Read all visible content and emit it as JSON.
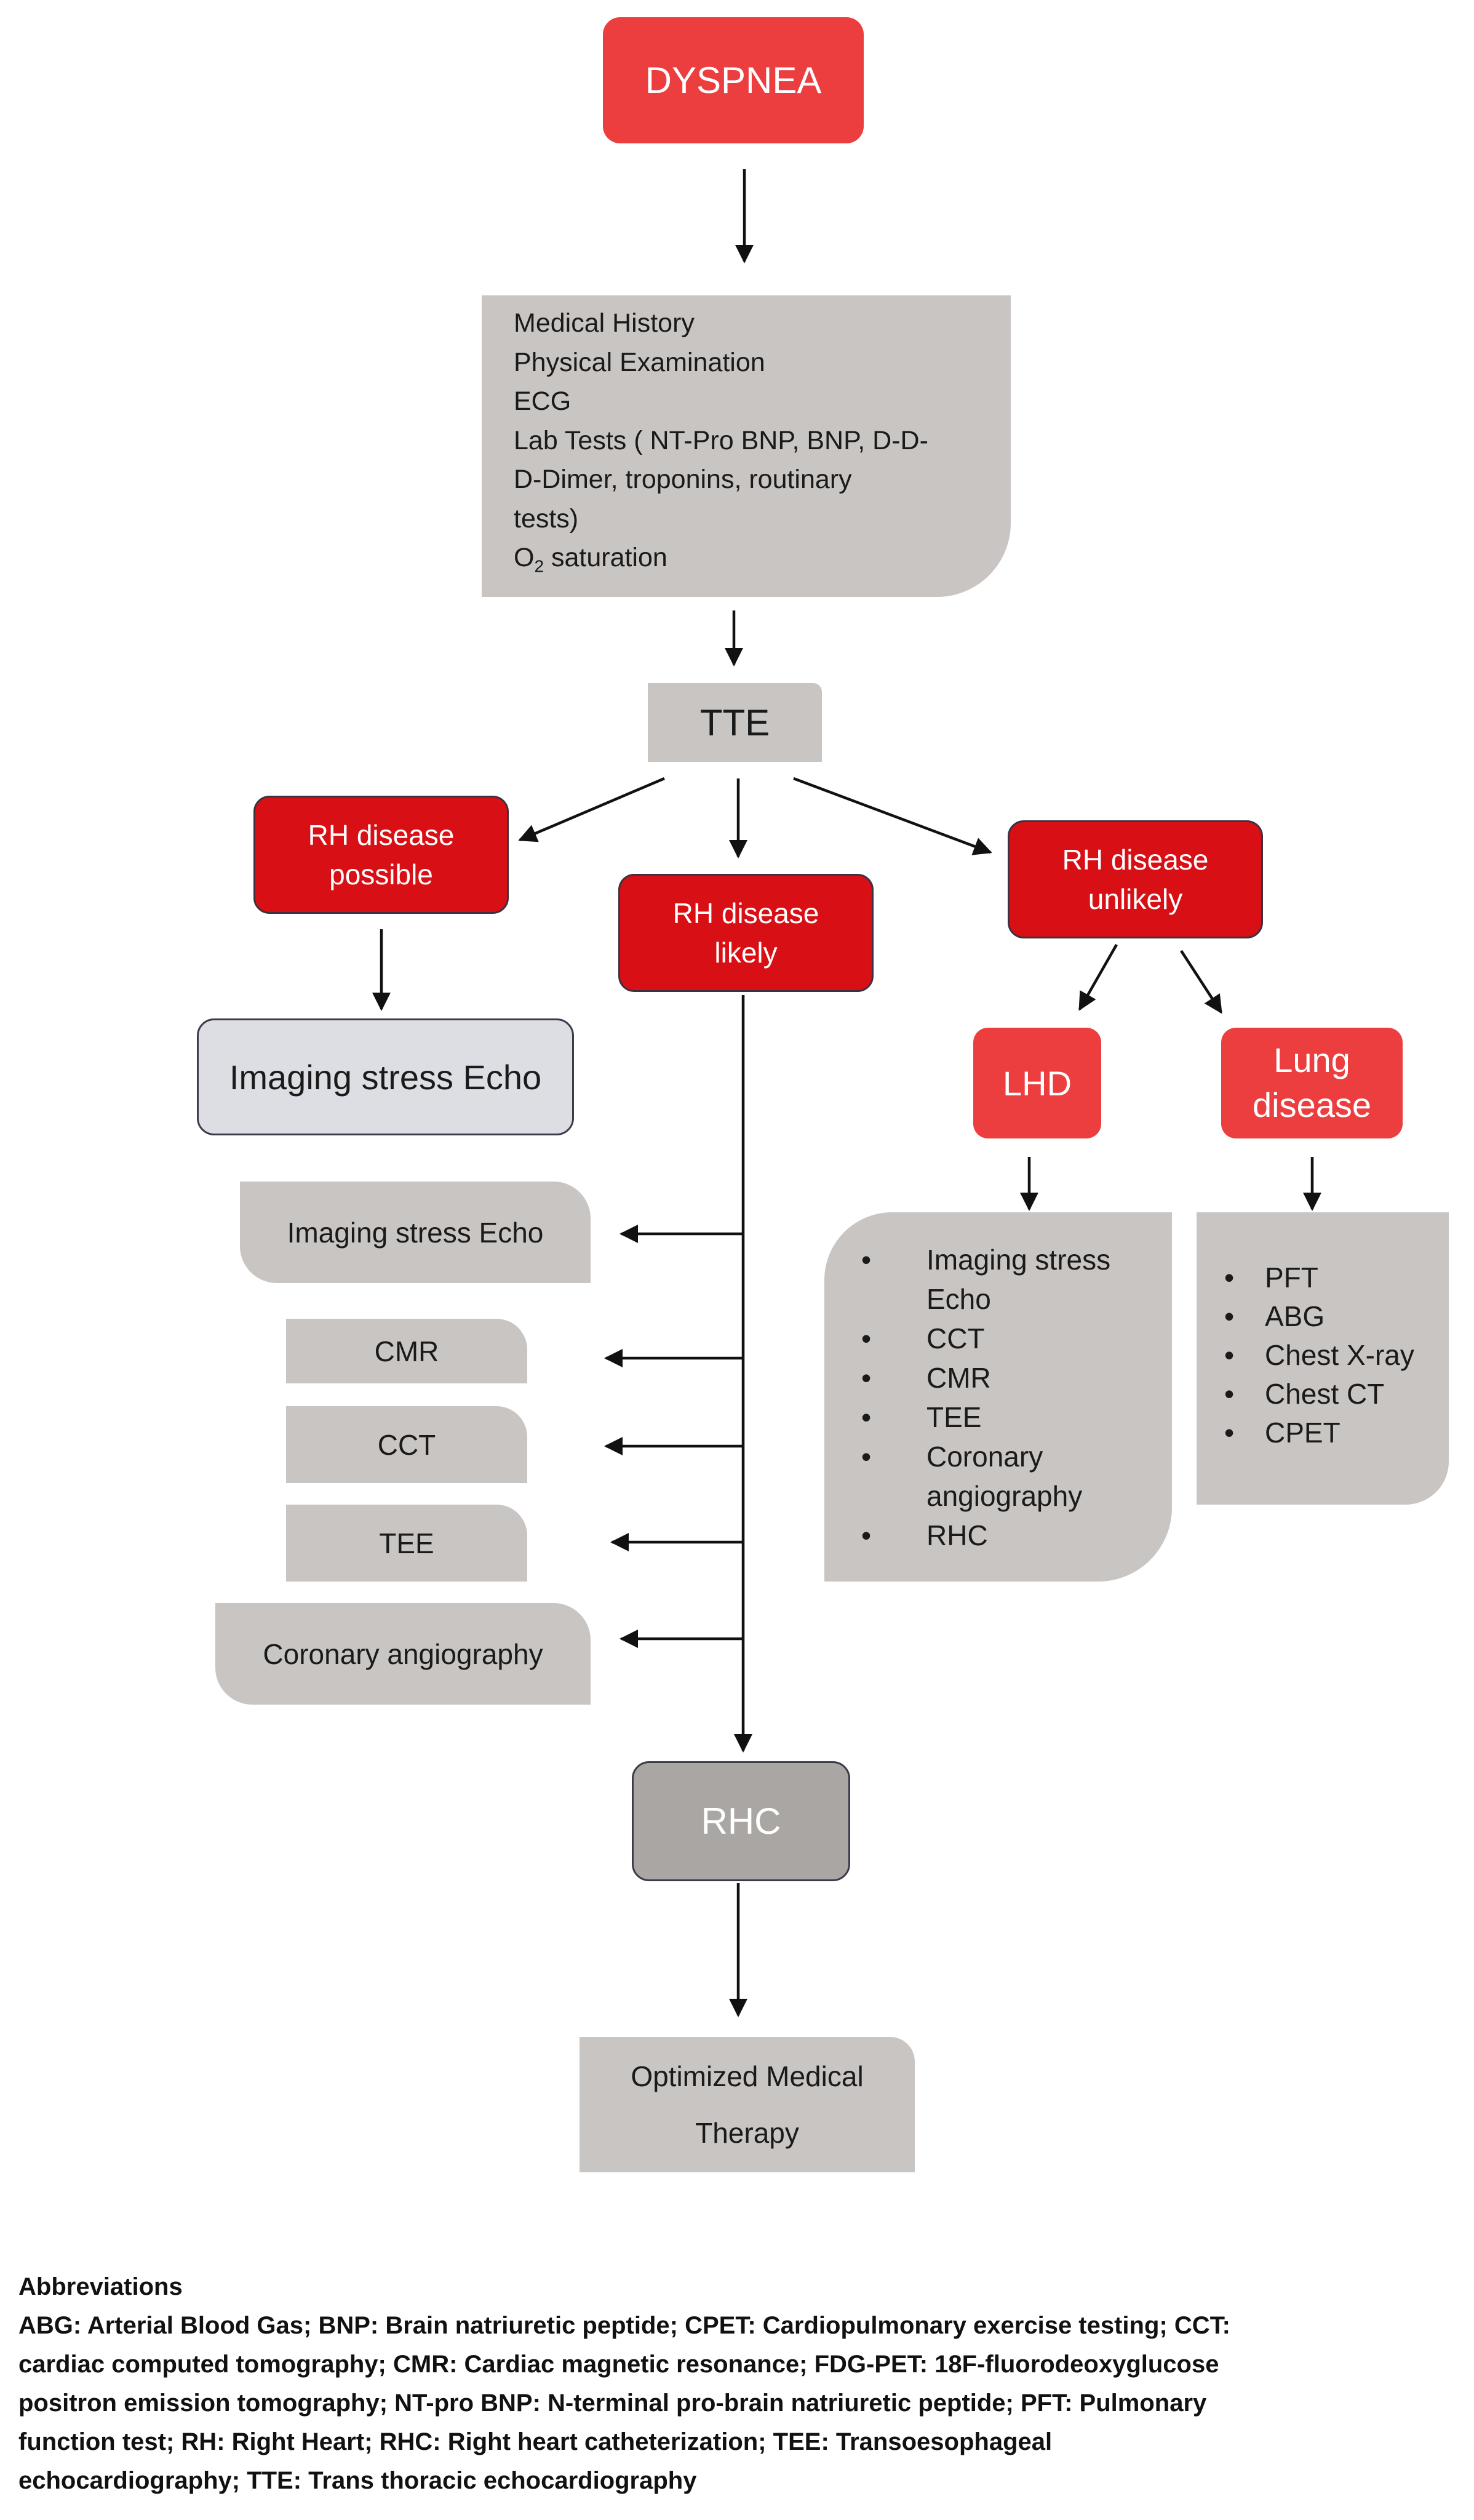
{
  "nodes": {
    "dyspnea": "DYSPNEA",
    "history": {
      "lines": [
        "Medical History",
        "Physical Examination",
        "ECG",
        "Lab Tests ( NT-Pro BNP, BNP, D-D-",
        "D-Dimer, troponins, routinary",
        "tests)"
      ],
      "o2_prefix": "O",
      "o2_sub": "2",
      "o2_suffix": " saturation"
    },
    "tte": "TTE",
    "rh_possible": [
      "RH disease",
      "possible"
    ],
    "rh_likely": [
      "RH disease",
      "likely"
    ],
    "rh_unlikely": [
      "RH disease",
      "unlikely"
    ],
    "imaging_stress_echo_main": "Imaging stress Echo",
    "left_tests": [
      "Imaging stress Echo",
      "CMR",
      "CCT",
      "TEE",
      "Coronary angiography"
    ],
    "lhd": "LHD",
    "lung_disease": [
      "Lung",
      "disease"
    ],
    "lhd_tests": [
      "Imaging stress",
      "Echo",
      "CCT",
      "CMR",
      "TEE",
      "Coronary",
      "angiography",
      "RHC"
    ],
    "lung_tests": [
      "PFT",
      "ABG",
      "Chest X-ray",
      "Chest CT",
      "CPET"
    ],
    "rhc": "RHC",
    "therapy": [
      "Optimized Medical",
      "Therapy"
    ]
  },
  "abbreviations": {
    "heading": "Abbreviations",
    "lines": [
      "ABG: Arterial Blood Gas; BNP: Brain natriuretic peptide; CPET: Cardiopulmonary exercise testing; CCT:",
      "cardiac computed tomography; CMR: Cardiac magnetic resonance; FDG-PET: 18F-fluorodeoxyglucose",
      "positron emission tomography; NT-pro BNP: N-terminal pro-brain natriuretic peptide; PFT: Pulmonary",
      "function test; RH: Right Heart; RHC: Right heart catheterization; TEE: Transoesophageal",
      "echocardiography; TTE: Trans thoracic echocardiography"
    ]
  },
  "colors": {
    "red_box": "#d90f16",
    "light_red_box": "#ec3d3f",
    "grey_box": "#c8c5c3",
    "rhc_box": "#aaa6a3"
  }
}
